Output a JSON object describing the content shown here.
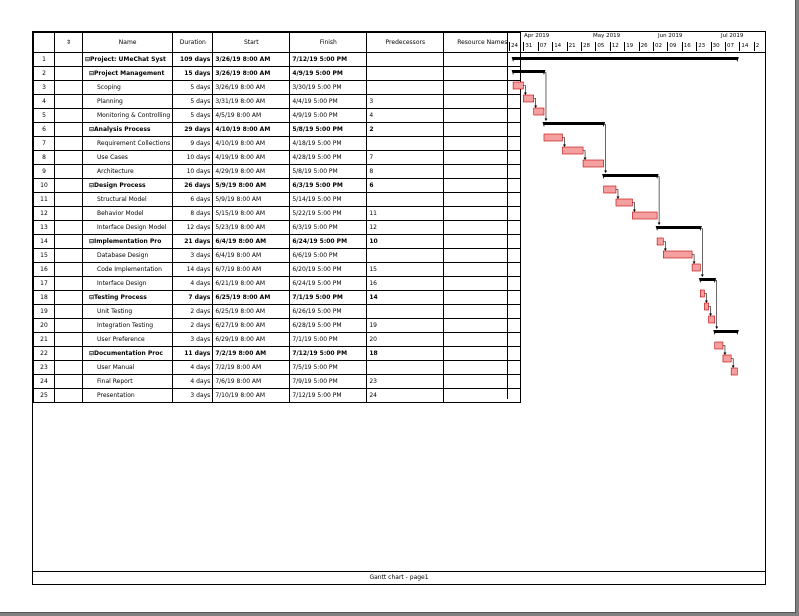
{
  "columns": {
    "id": "",
    "indicator": "⇕",
    "name": "Name",
    "duration": "Duration",
    "start": "Start",
    "finish": "Finish",
    "predecessors": "Predecessors",
    "resources": "Resource Names"
  },
  "timescale": {
    "months": [
      "Apr 2019",
      "May 2019",
      "Jun 2019",
      "Jul 2019"
    ],
    "days": [
      "24",
      "31",
      "07",
      "14",
      "21",
      "28",
      "05",
      "12",
      "19",
      "26",
      "02",
      "09",
      "16",
      "23",
      "30",
      "07",
      "14",
      "2"
    ]
  },
  "tasks": [
    {
      "id": "1",
      "name": "⊟Project: UMeChat Syst",
      "duration": "109 days",
      "start": "3/26/19 8:00 AM",
      "finish": "7/12/19 5:00 PM",
      "pred": "",
      "summary": true,
      "level": 0
    },
    {
      "id": "2",
      "name": "⊟Project Management",
      "duration": "15 days",
      "start": "3/26/19 8:00 AM",
      "finish": "4/9/19 5:00 PM",
      "pred": "",
      "summary": true,
      "level": 1
    },
    {
      "id": "3",
      "name": "Scoping",
      "duration": "5 days",
      "start": "3/26/19 8:00 AM",
      "finish": "3/30/19 5:00 PM",
      "pred": "",
      "summary": false,
      "level": 2
    },
    {
      "id": "4",
      "name": "Planning",
      "duration": "5 days",
      "start": "3/31/19 8:00 AM",
      "finish": "4/4/19 5:00 PM",
      "pred": "3",
      "summary": false,
      "level": 2
    },
    {
      "id": "5",
      "name": "Monitoring & Controlling",
      "duration": "5 days",
      "start": "4/5/19 8:00 AM",
      "finish": "4/9/19 5:00 PM",
      "pred": "4",
      "summary": false,
      "level": 2
    },
    {
      "id": "6",
      "name": "⊟Analysis Process",
      "duration": "29 days",
      "start": "4/10/19 8:00 AM",
      "finish": "5/8/19 5:00 PM",
      "pred": "2",
      "summary": true,
      "level": 1
    },
    {
      "id": "7",
      "name": "Requirement Collections",
      "duration": "9 days",
      "start": "4/10/19 8:00 AM",
      "finish": "4/18/19 5:00 PM",
      "pred": "",
      "summary": false,
      "level": 2
    },
    {
      "id": "8",
      "name": "Use Cases",
      "duration": "10 days",
      "start": "4/19/19 8:00 AM",
      "finish": "4/28/19 5:00 PM",
      "pred": "7",
      "summary": false,
      "level": 2
    },
    {
      "id": "9",
      "name": "Architecture",
      "duration": "10 days",
      "start": "4/29/19 8:00 AM",
      "finish": "5/8/19 5:00 PM",
      "pred": "8",
      "summary": false,
      "level": 2
    },
    {
      "id": "10",
      "name": "⊟Design Process",
      "duration": "26 days",
      "start": "5/9/19 8:00 AM",
      "finish": "6/3/19 5:00 PM",
      "pred": "6",
      "summary": true,
      "level": 1
    },
    {
      "id": "11",
      "name": "Structural Model",
      "duration": "6 days",
      "start": "5/9/19 8:00 AM",
      "finish": "5/14/19 5:00 PM",
      "pred": "",
      "summary": false,
      "level": 2
    },
    {
      "id": "12",
      "name": "Behavior Model",
      "duration": "8 days",
      "start": "5/15/19 8:00 AM",
      "finish": "5/22/19 5:00 PM",
      "pred": "11",
      "summary": false,
      "level": 2
    },
    {
      "id": "13",
      "name": "Interface Design Model",
      "duration": "12 days",
      "start": "5/23/19 8:00 AM",
      "finish": "6/3/19 5:00 PM",
      "pred": "12",
      "summary": false,
      "level": 2
    },
    {
      "id": "14",
      "name": "⊟Implementation Pro",
      "duration": "21 days",
      "start": "6/4/19 8:00 AM",
      "finish": "6/24/19 5:00 PM",
      "pred": "10",
      "summary": true,
      "level": 1
    },
    {
      "id": "15",
      "name": "Database Design",
      "duration": "3 days",
      "start": "6/4/19 8:00 AM",
      "finish": "6/6/19 5:00 PM",
      "pred": "",
      "summary": false,
      "level": 2
    },
    {
      "id": "16",
      "name": "Code Implementation",
      "duration": "14 days",
      "start": "6/7/19 8:00 AM",
      "finish": "6/20/19 5:00 PM",
      "pred": "15",
      "summary": false,
      "level": 2
    },
    {
      "id": "17",
      "name": "Interface Design",
      "duration": "4 days",
      "start": "6/21/19 8:00 AM",
      "finish": "6/24/19 5:00 PM",
      "pred": "16",
      "summary": false,
      "level": 2
    },
    {
      "id": "18",
      "name": "⊟Testing Process",
      "duration": "7 days",
      "start": "6/25/19 8:00 AM",
      "finish": "7/1/19 5:00 PM",
      "pred": "14",
      "summary": true,
      "level": 1
    },
    {
      "id": "19",
      "name": "Unit Testing",
      "duration": "2 days",
      "start": "6/25/19 8:00 AM",
      "finish": "6/26/19 5:00 PM",
      "pred": "",
      "summary": false,
      "level": 2
    },
    {
      "id": "20",
      "name": "Integration Testing",
      "duration": "2 days",
      "start": "6/27/19 8:00 AM",
      "finish": "6/28/19 5:00 PM",
      "pred": "19",
      "summary": false,
      "level": 2
    },
    {
      "id": "21",
      "name": "User Preference",
      "duration": "3 days",
      "start": "6/29/19 8:00 AM",
      "finish": "7/1/19 5:00 PM",
      "pred": "20",
      "summary": false,
      "level": 2
    },
    {
      "id": "22",
      "name": "⊟Documentation Proc",
      "duration": "11 days",
      "start": "7/2/19 8:00 AM",
      "finish": "7/12/19 5:00 PM",
      "pred": "18",
      "summary": true,
      "level": 1
    },
    {
      "id": "23",
      "name": "User Manual",
      "duration": "4 days",
      "start": "7/2/19 8:00 AM",
      "finish": "7/5/19 5:00 PM",
      "pred": "",
      "summary": false,
      "level": 2
    },
    {
      "id": "24",
      "name": "Final Report",
      "duration": "4 days",
      "start": "7/6/19 8:00 AM",
      "finish": "7/9/19 5:00 PM",
      "pred": "23",
      "summary": false,
      "level": 2
    },
    {
      "id": "25",
      "name": "Presentation",
      "duration": "3 days",
      "start": "7/10/19 8:00 AM",
      "finish": "7/12/19 5:00 PM",
      "pred": "24",
      "summary": false,
      "level": 2
    }
  ],
  "footer": "Gantt chart  -  page1",
  "colors": {
    "task_bar": "#f4a0a0",
    "summary_bar": "#000000"
  }
}
